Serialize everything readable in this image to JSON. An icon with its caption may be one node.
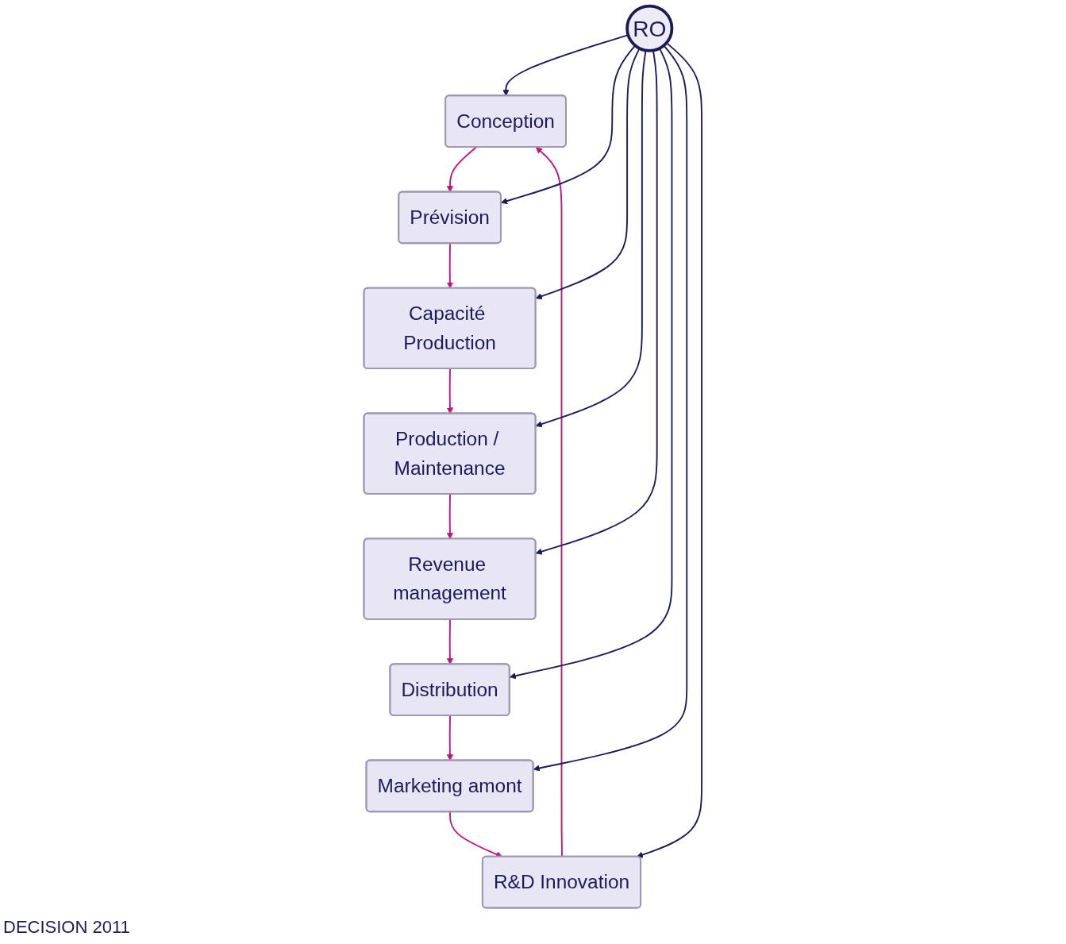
{
  "diagram": {
    "nodes": [
      {
        "text": [
          "Conception"
        ]
      },
      {
        "text": [
          "Prévision"
        ]
      },
      {
        "text": [
          "Capacité Production"
        ]
      },
      {
        "text": [
          "Production / Maintenance"
        ]
      },
      {
        "text": [
          "Revenue management"
        ]
      },
      {
        "text": [
          "Distribution"
        ]
      },
      {
        "text": [
          "Marketing amont"
        ]
      },
      {
        "text": [
          "R&D Innovation"
        ]
      },
      {
        "text": [
          "RO"
        ]
      }
    ],
    "edges": [
      {
        "from": 0,
        "to": 1,
        "arrow": "to",
        "color": "#c0147f"
      },
      {
        "from": 1,
        "to": 2,
        "arrow": "to",
        "color": "#c0147f"
      },
      {
        "from": 2,
        "to": 3,
        "arrow": "to",
        "color": "#c0147f"
      },
      {
        "from": 3,
        "to": 4,
        "arrow": "to",
        "color": "#c0147f"
      },
      {
        "from": 4,
        "to": 5,
        "arrow": "to",
        "color": "#c0147f"
      },
      {
        "from": 5,
        "to": 6,
        "arrow": "to",
        "color": "#c0147f"
      },
      {
        "from": 6,
        "to": 7,
        "arrow": "to",
        "color": "#c0147f"
      },
      {
        "from": 7,
        "to": 0,
        "arrow": "to",
        "color": "#c0147f"
      },
      {
        "from": 8,
        "to": 0,
        "arrow": "to",
        "color": "#1b1b5a"
      },
      {
        "from": 8,
        "to": 1,
        "arrow": "to",
        "color": "#1b1b5a"
      },
      {
        "from": 8,
        "to": 2,
        "arrow": "to",
        "color": "#1b1b5a"
      },
      {
        "from": 8,
        "to": 3,
        "arrow": "to",
        "color": "#1b1b5a"
      },
      {
        "from": 8,
        "to": 4,
        "arrow": "to",
        "color": "#1b1b5a"
      },
      {
        "from": 8,
        "to": 5,
        "arrow": "to",
        "color": "#1b1b5a"
      },
      {
        "from": 8,
        "to": 6,
        "arrow": "to",
        "color": "#1b1b5a"
      },
      {
        "from": 8,
        "to": 7,
        "arrow": "to",
        "color": "#1b1b5a"
      }
    ],
    "labels": [
      "DECISION 2011"
    ]
  }
}
